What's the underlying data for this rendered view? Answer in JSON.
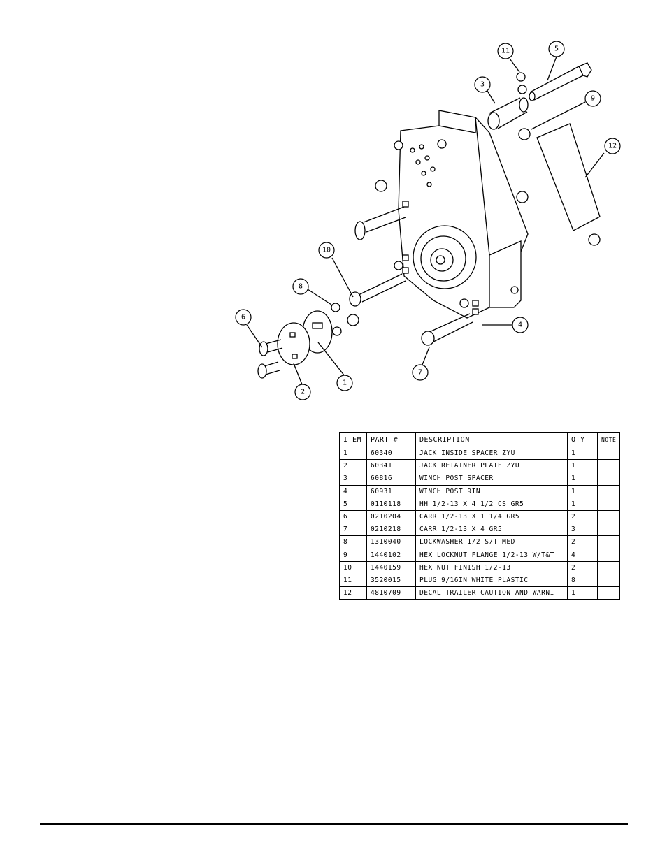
{
  "callouts": {
    "c1": "1",
    "c2": "2",
    "c3": "3",
    "c4": "4",
    "c5": "5",
    "c6": "6",
    "c7": "7",
    "c8": "8",
    "c9": "9",
    "c10": "10",
    "c11": "11",
    "c12": "12"
  },
  "bom": {
    "headers": {
      "item": "ITEM",
      "part": "PART #",
      "description": "DESCRIPTION",
      "qty": "QTY",
      "note": "NOTE"
    },
    "rows": [
      {
        "item": "1",
        "part": "60340",
        "description": "JACK INSIDE SPACER ZYU",
        "qty": "1",
        "note": ""
      },
      {
        "item": "2",
        "part": "60341",
        "description": "JACK RETAINER PLATE ZYU",
        "qty": "1",
        "note": ""
      },
      {
        "item": "3",
        "part": "60816",
        "description": "WINCH POST SPACER",
        "qty": "1",
        "note": ""
      },
      {
        "item": "4",
        "part": "60931",
        "description": "WINCH POST 9IN",
        "qty": "1",
        "note": ""
      },
      {
        "item": "5",
        "part": "0110118",
        "description": "HH 1/2-13 X 4 1/2 CS GR5",
        "qty": "1",
        "note": ""
      },
      {
        "item": "6",
        "part": "0210204",
        "description": "CARR 1/2-13 X 1 1/4 GR5",
        "qty": "2",
        "note": ""
      },
      {
        "item": "7",
        "part": "0210218",
        "description": "CARR 1/2-13 X 4 GR5",
        "qty": "3",
        "note": ""
      },
      {
        "item": "8",
        "part": "1310040",
        "description": "LOCKWASHER 1/2 S/T MED",
        "qty": "2",
        "note": ""
      },
      {
        "item": "9",
        "part": "1440102",
        "description": "HEX LOCKNUT FLANGE 1/2-13 W/T&T",
        "qty": "4",
        "note": ""
      },
      {
        "item": "10",
        "part": "1440159",
        "description": "HEX NUT FINISH 1/2-13",
        "qty": "2",
        "note": ""
      },
      {
        "item": "11",
        "part": "3520015",
        "description": "PLUG  9/16IN WHITE PLASTIC",
        "qty": "8",
        "note": ""
      },
      {
        "item": "12",
        "part": "4810709",
        "description": "DECAL TRAILER CAUTION AND WARNI",
        "qty": "1",
        "note": ""
      }
    ]
  }
}
